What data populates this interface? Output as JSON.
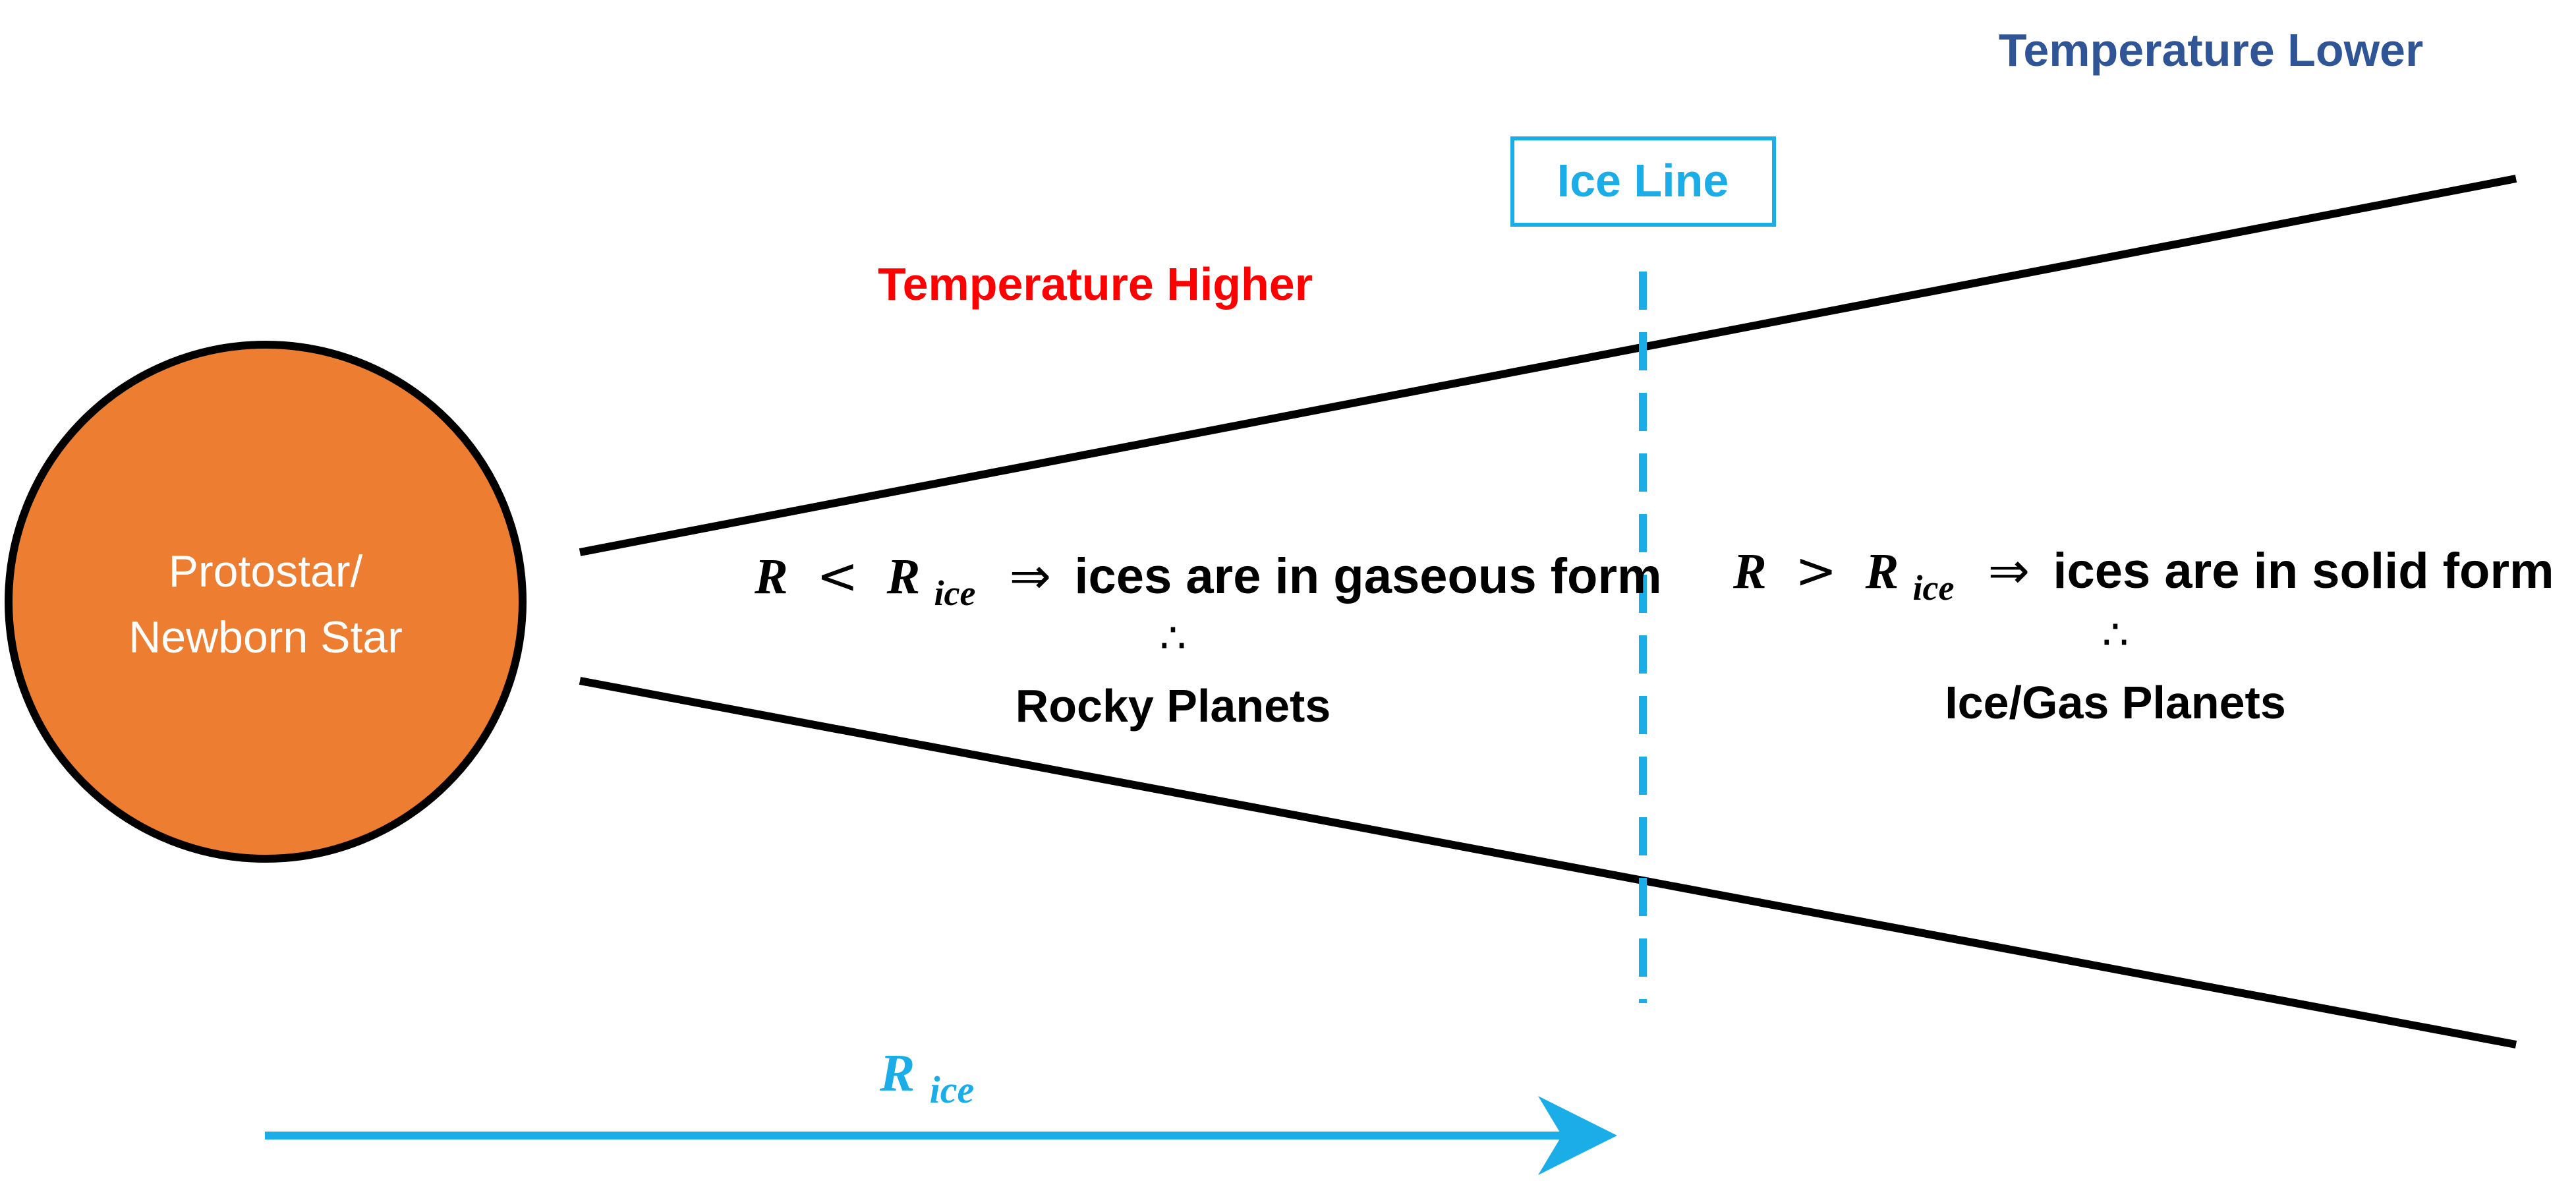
{
  "colors": {
    "star_fill": "#ED7D31",
    "outline": "#000000",
    "ice": "#1AADE8",
    "hot": "#FF0000",
    "cold": "#2F5597",
    "text": "#000000",
    "star_text": "#FFFFFF"
  },
  "star": {
    "line1": "Protostar/",
    "line2": "Newborn Star"
  },
  "labels": {
    "temperature_lower": "Temperature Lower",
    "temperature_higher": "Temperature Higher",
    "ice_line": "Ice Line"
  },
  "inner_region": {
    "var": "R",
    "relation": "<",
    "ref_var": "R",
    "ref_sub": "ice",
    "implies": "⇒",
    "condition": "ices are in gaseous form",
    "therefore": "∴",
    "result": "Rocky Planets"
  },
  "outer_region": {
    "var": "R",
    "relation": ">",
    "ref_var": "R",
    "ref_sub": "ice",
    "implies": "⇒",
    "condition": "ices are in solid form",
    "therefore": "∴",
    "result": "Ice/Gas Planets"
  },
  "arrow_label": {
    "var": "R",
    "sub": "ice"
  }
}
